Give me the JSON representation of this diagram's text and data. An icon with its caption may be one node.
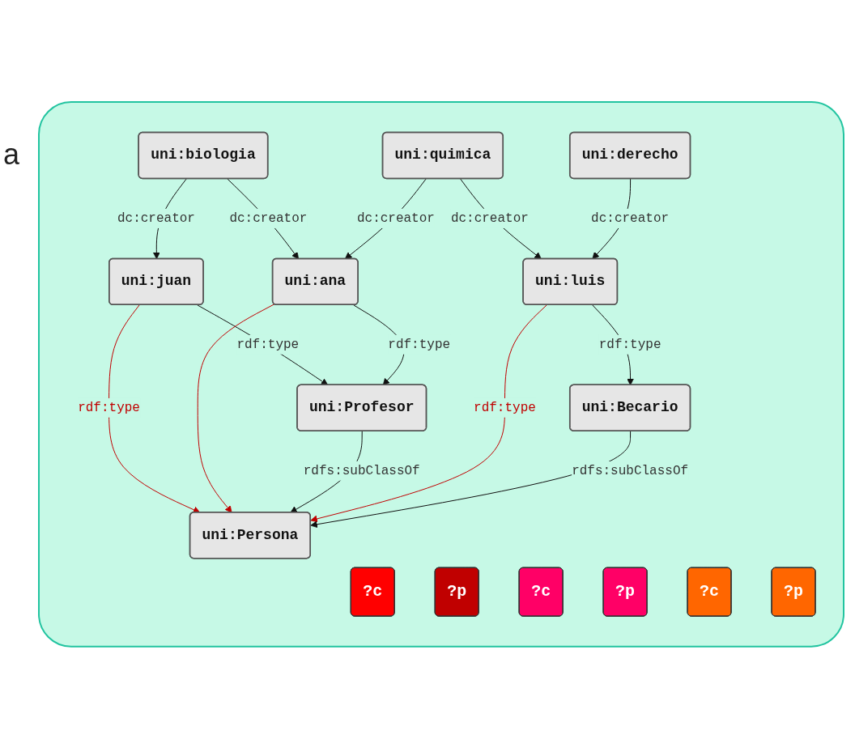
{
  "diagram": {
    "nodes": [
      {
        "text": [],
        "shape": "box"
      },
      {
        "text": [
          "?c"
        ],
        "in": 0
      },
      {
        "text": [
          "uni:juan"
        ],
        "in": 0
      },
      {
        "text": [
          "?p"
        ],
        "in": 0
      },
      {
        "text": [
          "uni:biologia"
        ],
        "in": 0
      },
      {
        "text": [
          "uni:Profesor"
        ],
        "in": 0
      },
      {
        "text": [
          "?c"
        ],
        "in": 0
      },
      {
        "text": [
          "uni:ana"
        ],
        "in": 0
      },
      {
        "text": [
          "uni:Persona"
        ],
        "in": 0
      },
      {
        "text": [
          "uni:quimica"
        ],
        "in": 0
      },
      {
        "text": [
          "?p"
        ],
        "in": 0
      },
      {
        "text": [
          "uni:Becario"
        ],
        "in": 0
      },
      {
        "text": [
          "?c"
        ],
        "in": 0
      },
      {
        "text": [
          "uni:luis"
        ],
        "in": 0
      },
      {
        "text": [
          "?p"
        ],
        "in": 0
      },
      {
        "text": [
          "uni:derecho"
        ],
        "in": 0
      }
    ],
    "edges": [
      {
        "from": 4,
        "to": 2,
        "arrow": "to",
        "label": "dc:creator"
      },
      {
        "from": 4,
        "to": 7,
        "arrow": "to",
        "label": "dc:creator"
      },
      {
        "from": 2,
        "to": 5,
        "arrow": "to",
        "label": "rdf:type"
      },
      {
        "from": 2,
        "to": 8,
        "arrow": "to",
        "label": "rdf:type",
        "color": "#c00000"
      },
      {
        "from": 7,
        "to": 5,
        "arrow": "to",
        "label": "rdf:type"
      },
      {
        "from": 7,
        "to": 8,
        "arrow": "to",
        "color": "#c00000"
      },
      {
        "from": 5,
        "to": 8,
        "arrow": "to",
        "label": "rdfs:subClassOf"
      },
      {
        "from": 9,
        "to": 7,
        "arrow": "to",
        "label": "dc:creator"
      },
      {
        "from": 9,
        "to": 13,
        "arrow": "to",
        "label": "dc:creator"
      },
      {
        "from": 15,
        "to": 13,
        "arrow": "to",
        "label": "dc:creator"
      },
      {
        "from": 13,
        "to": 11,
        "arrow": "to",
        "label": "rdf:type"
      },
      {
        "from": 13,
        "to": 8,
        "arrow": "to",
        "label": "rdf:type",
        "color": "#c00000"
      },
      {
        "from": 11,
        "to": 8,
        "arrow": "to",
        "label": "rdfs:subClassOf"
      }
    ],
    "labels": [
      "a"
    ]
  }
}
